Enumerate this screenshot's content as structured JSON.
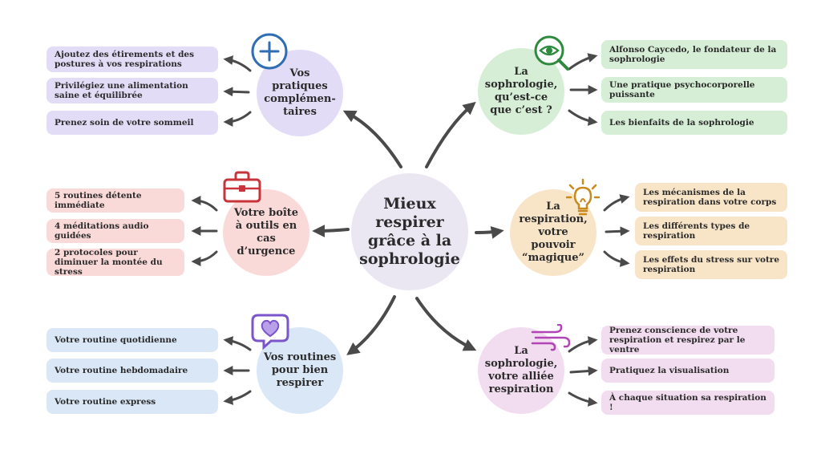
{
  "center": {
    "title": "Mieux respirer grâce à la sophrologie"
  },
  "branches": {
    "pratiques": {
      "title": "Vos pratiques complémen-taires",
      "icon": "plus-circle-icon",
      "color": "#e3dcf7",
      "accent": "#2f6db5",
      "items": [
        "Ajoutez des étirements et des postures à vos respirations",
        "Privilégiez une alimentation saine et équilibrée",
        "Prenez soin de votre sommeil"
      ]
    },
    "definition": {
      "title": "La sophrologie, qu’est-ce que c’est ?",
      "icon": "eye-magnifier-icon",
      "color": "#d6eed6",
      "accent": "#2d8a3e",
      "items": [
        "Alfonso Caycedo, le fondateur de la sophrologie",
        "Une pratique psychocorporelle puissante",
        "Les bienfaits de la sophrologie"
      ]
    },
    "boite": {
      "title": "Votre boîte à outils en cas d’urgence",
      "icon": "toolbox-icon",
      "color": "#fad9d9",
      "accent": "#c9333a",
      "items": [
        "5 routines détente immédiate",
        "4 méditations audio guidées",
        "2 protocoles pour diminuer la montée du stress"
      ]
    },
    "respiration": {
      "title": "La respiration, votre pouvoir “magique”",
      "icon": "lightbulb-icon",
      "color": "#f8e5c8",
      "accent": "#c88a1c",
      "items": [
        "Les mécanismes de la respiration dans votre corps",
        "Les différents types de respiration",
        "Les effets du stress sur votre respiration"
      ]
    },
    "routines": {
      "title": "Vos routines pour bien respirer",
      "icon": "heart-bubble-icon",
      "color": "#d9e7f7",
      "accent": "#7b55c9",
      "items": [
        "Votre routine quotidienne",
        "Votre routine hebdomadaire",
        "Votre routine express"
      ]
    },
    "alliee": {
      "title": "La sophrologie, votre alliée respiration",
      "icon": "wind-icon",
      "color": "#f2dcef",
      "accent": "#b045b5",
      "items": [
        "Prenez conscience de votre respiration et respirez par le ventre",
        "Pratiquez la visualisation",
        "À chaque situation sa respiration !"
      ]
    }
  }
}
